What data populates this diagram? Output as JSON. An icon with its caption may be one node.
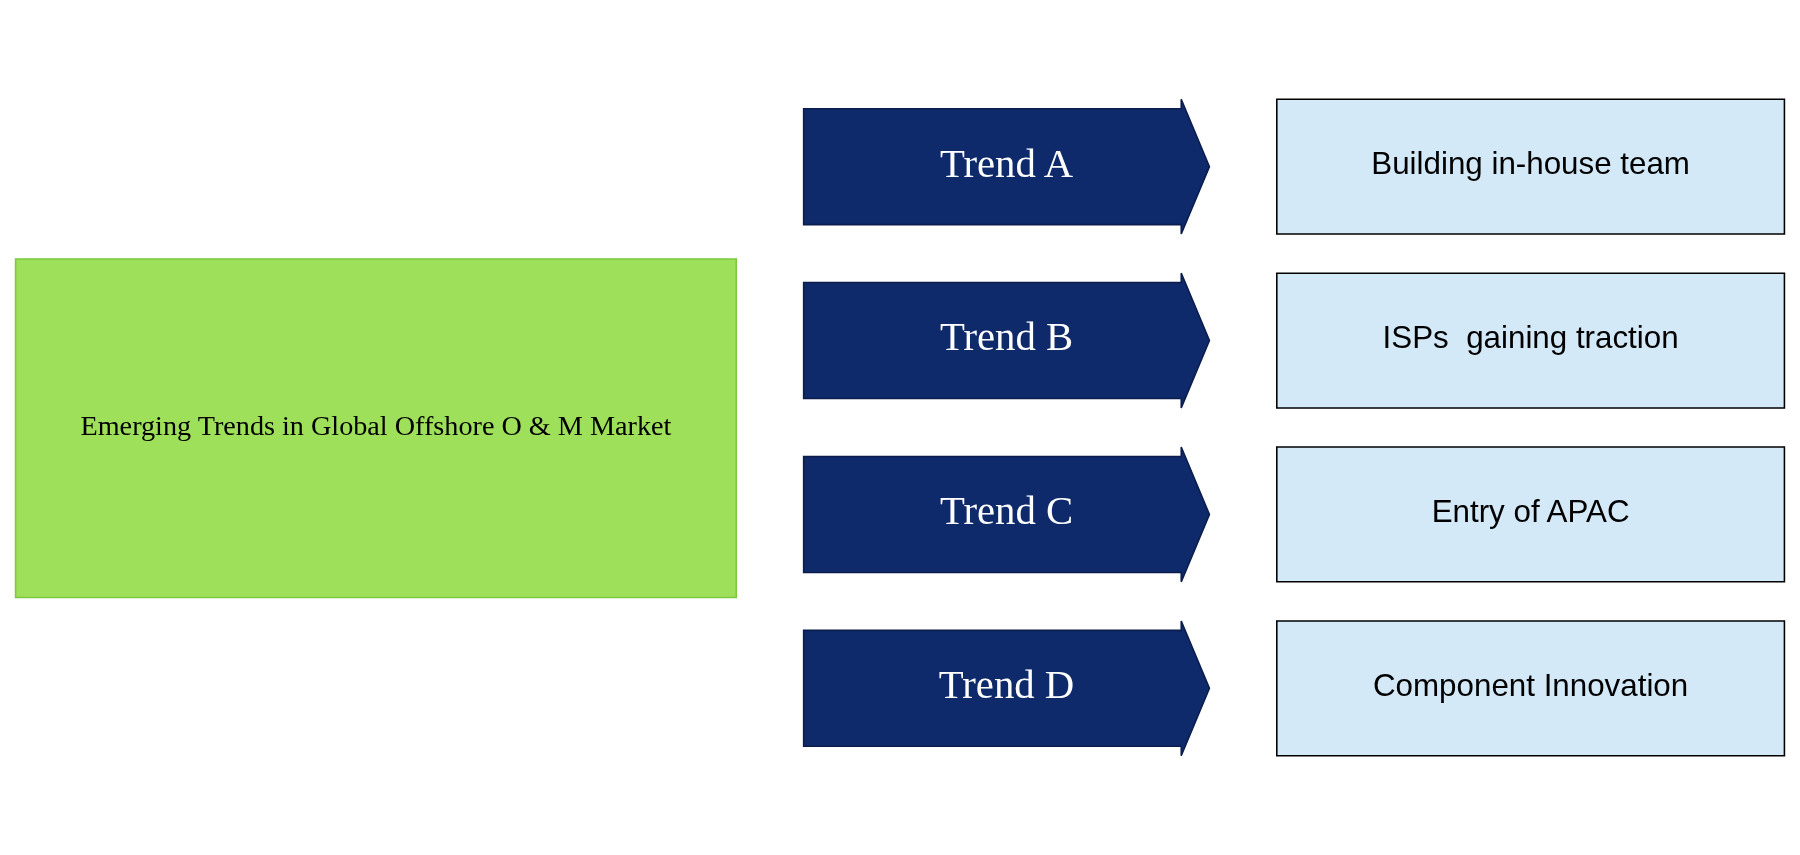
{
  "diagram": {
    "nodes": [
      {
        "text": [
          "Emerging Trends in Global Offshore O & M Market"
        ]
      },
      {
        "text": [
          "Trend A"
        ]
      },
      {
        "text": [
          "Building in-house team"
        ]
      },
      {
        "text": [
          "Trend B"
        ]
      },
      {
        "text": [
          "ISPs  gaining traction"
        ]
      },
      {
        "text": [
          "Trend C"
        ]
      },
      {
        "text": [
          "Entry of APAC"
        ]
      },
      {
        "text": [
          "Trend D"
        ]
      },
      {
        "text": [
          "Component Innovation"
        ]
      }
    ]
  }
}
